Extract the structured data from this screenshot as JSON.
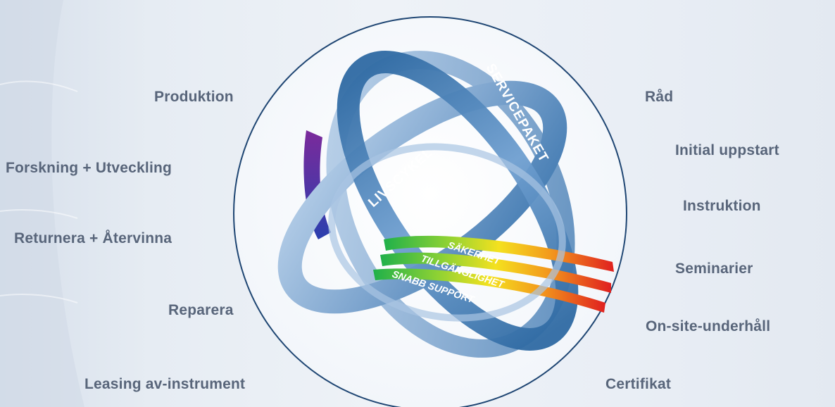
{
  "left_labels": [
    "Produktion",
    "Forskning + Utveckling",
    "Returnera + Återvinna",
    "Reparera",
    "Leasing av-instrument"
  ],
  "right_labels": [
    "Råd",
    "Initial uppstart",
    "Instruktion",
    "Seminarier",
    "On-site-underhåll",
    "Certifikat"
  ],
  "rings": {
    "livscykel": "LIVSCYKEL",
    "servicepaket": "SERVICEPAKET",
    "sakerhet": "SÄKERHET",
    "tillganglighet": "TILLGÄNGLIGHET",
    "snabb_support": "SNABB SUPPORT"
  },
  "colors": {
    "label_text": "#58657a",
    "circle_outline": "#1f4673",
    "ring_blue": "#7fa6cf",
    "ring_dark": "#2f6aa3"
  }
}
